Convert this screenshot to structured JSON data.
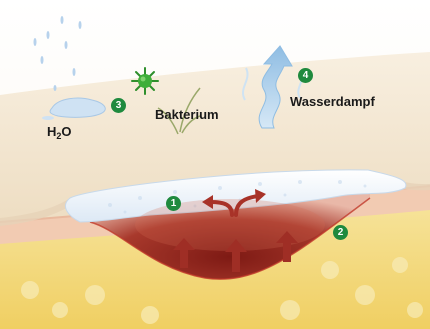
{
  "labels": {
    "water": "H",
    "water_subscript": "2",
    "water_suffix": "O",
    "bacterium": "Bakterium",
    "vapor": "Wasserdampf"
  },
  "badges": {
    "b1": "1",
    "b2": "2",
    "b3": "3",
    "b4": "4"
  },
  "colors": {
    "badge_green": "#1f8a3e",
    "skin_surface": "#f3e6cf",
    "dressing": "#eef4fb",
    "wound_red": "#9b2a22",
    "tissue_yellow": "#f2d678",
    "arrow_red": "#a83228",
    "vapor_blue": "#b8d6ee",
    "bacterium_green": "#3fae3a"
  },
  "icons": {
    "bacterium": "bacterium-icon",
    "water_droplets": "water-drops-icon",
    "vapor": "vapor-arrow-icon",
    "exudate_arrows": "upward-arrow-icon",
    "spreading_arrow": "split-arrow-icon"
  }
}
